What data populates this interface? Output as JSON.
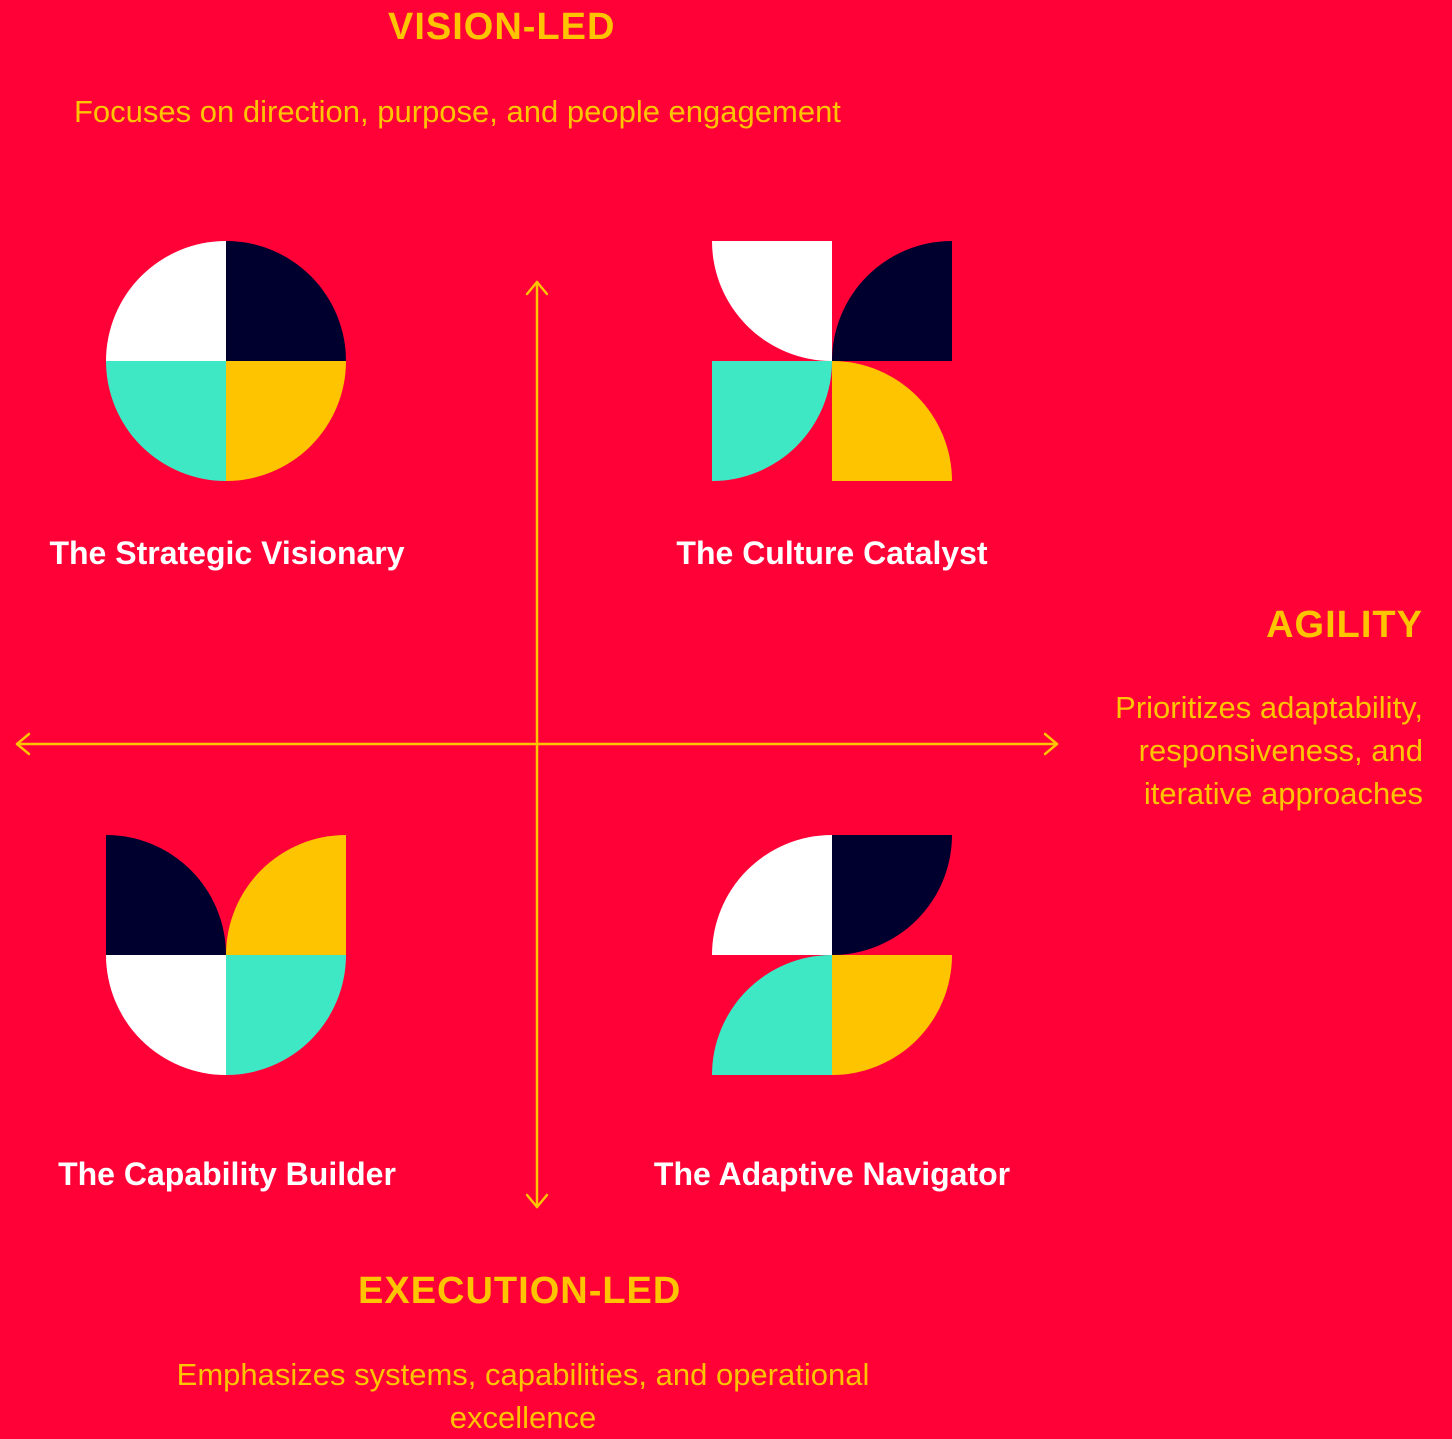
{
  "axes": {
    "top": {
      "title": "VISION-LED",
      "description": "Focuses on direction, purpose, and people engagement"
    },
    "right": {
      "title": "AGILITY",
      "description": "Prioritizes adaptability, responsiveness, and iterative approaches"
    },
    "bottom": {
      "title": "EXECUTION-LED",
      "description": "Emphasizes systems, capabilities, and operational excellence"
    }
  },
  "quadrants": [
    {
      "label": "The Strategic Visionary",
      "icon": "full-circle-four-quarters-icon"
    },
    {
      "label": "The Culture Catalyst",
      "icon": "pinwheel-quarters-icon"
    },
    {
      "label": "The Capability Builder",
      "icon": "leaf-quarters-icon"
    },
    {
      "label": "The Adaptive Navigator",
      "icon": "s-shape-quarters-icon"
    }
  ],
  "colors": {
    "background": "#FF0037",
    "accent": "#FFC400",
    "navy": "#00002F",
    "white": "#FFFFFF",
    "teal": "#3EE8C5",
    "label_text": "#FFFFFF"
  }
}
